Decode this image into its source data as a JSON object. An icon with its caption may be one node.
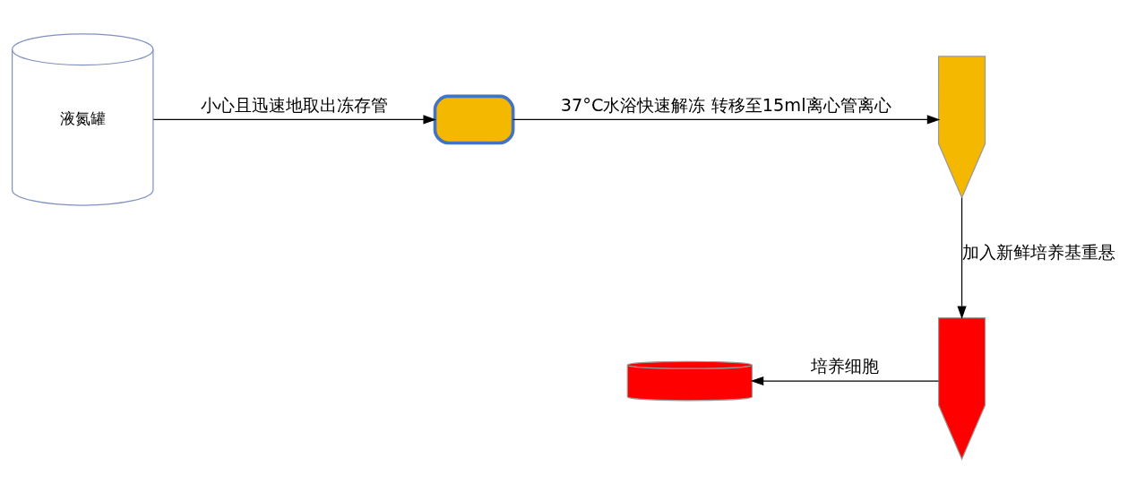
{
  "diagram": {
    "nodes": [
      {
        "text": [
          "液氮罐"
        ]
      },
      {
        "text": [],
        "shape": "vial"
      },
      {
        "text": [],
        "shape": "tube"
      },
      {
        "text": [],
        "shape": "tube"
      },
      {
        "text": [],
        "shape": "dish"
      }
    ],
    "edges": [
      {
        "from": 0,
        "to": 1,
        "arrow": "to",
        "label": "小心且迅速地取出冻存管"
      },
      {
        "from": 1,
        "to": 2,
        "arrow": "to",
        "label": "37°C水浴快速解冻 转移至15ml离心管离心"
      },
      {
        "from": 2,
        "to": 3,
        "arrow": "to",
        "label": "加入新鲜培养基重悬"
      },
      {
        "from": 3,
        "to": 4,
        "arrow": "to",
        "label": "培养细胞"
      }
    ]
  }
}
